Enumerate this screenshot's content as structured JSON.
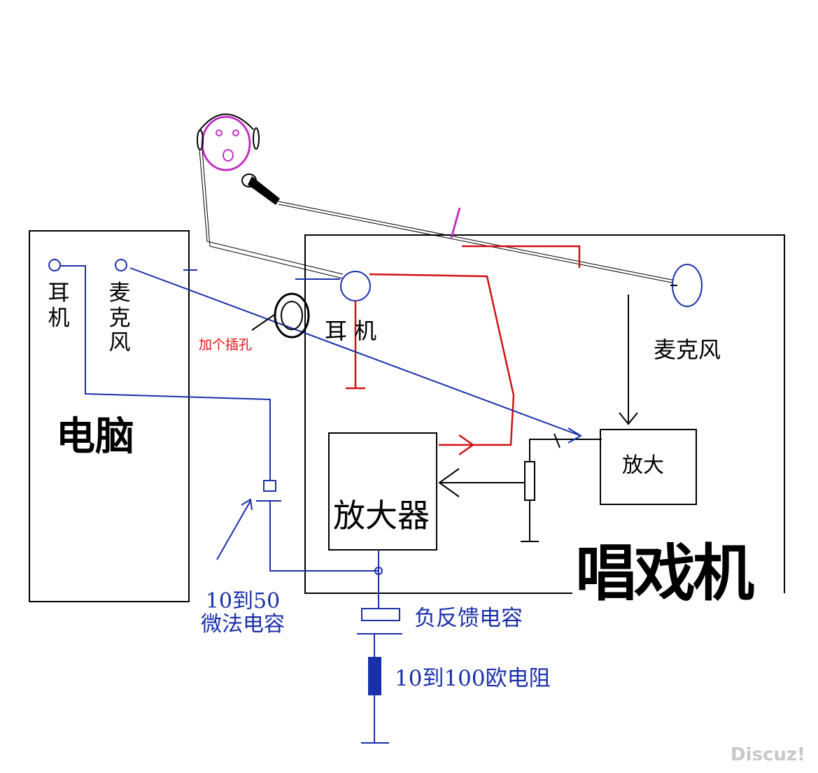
{
  "computer": {
    "title": "电脑",
    "headphone_label": "耳\n机",
    "mic_label": "麦克\n风"
  },
  "machine": {
    "title": "唱戏机",
    "headphone_label": "耳 机",
    "mic_label": "麦克风",
    "amp_small": "放大",
    "amp_main": "放大器"
  },
  "annotations": {
    "jack": "加个插孔",
    "cap_coupling": "10到50\n微法电容",
    "cap_feedback": "负反馈电容",
    "resistor": "10到100欧电阻"
  },
  "watermark": "Discuz!",
  "colors": {
    "black": "#000000",
    "blue": "#1a2faa",
    "red": "#d11111",
    "magenta": "#c32fc3"
  }
}
